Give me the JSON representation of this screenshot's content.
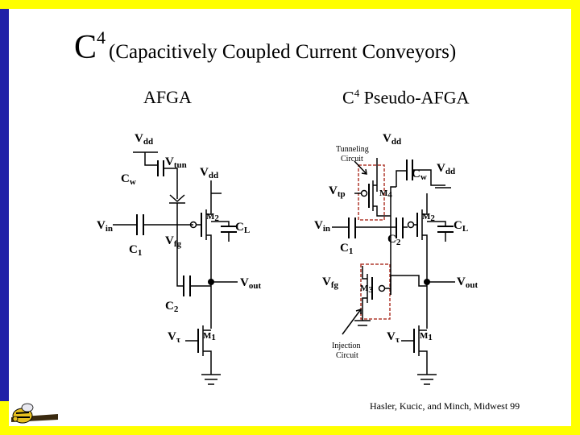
{
  "title": {
    "c": "C",
    "sup": "4",
    "rest": "(Capacitively Coupled Current Conveyors)"
  },
  "left": {
    "heading": "AFGA",
    "labels": {
      "vdd_top": {
        "main": "V",
        "sub": "dd"
      },
      "vtun": {
        "main": "V",
        "sub": "tun"
      },
      "vdd_right": {
        "main": "V",
        "sub": "dd"
      },
      "cw": {
        "main": "C",
        "sub": "w"
      },
      "vin": {
        "main": "V",
        "sub": "in"
      },
      "c1": {
        "main": "C",
        "sub": "1"
      },
      "vfg": {
        "main": "V",
        "sub": "fg"
      },
      "m2": {
        "main": "M",
        "sub": "2"
      },
      "cl": {
        "main": "C",
        "sub": "L"
      },
      "vout": {
        "main": "V",
        "sub": "out"
      },
      "c2": {
        "main": "C",
        "sub": "2"
      },
      "vtau": {
        "main": "V",
        "sub": "τ"
      },
      "m1": {
        "main": "M",
        "sub": "1"
      }
    }
  },
  "right": {
    "heading_c": "C",
    "heading_sup": "4",
    "heading_rest": " Pseudo-AFGA",
    "tunneling_line1": "Tunneling",
    "tunneling_line2": "Circuit",
    "injection_line1": "Injection",
    "injection_line2": "Circuit",
    "labels": {
      "vdd_top": {
        "main": "V",
        "sub": "dd"
      },
      "vdd_right": {
        "main": "V",
        "sub": "dd"
      },
      "cw": {
        "main": "C",
        "sub": "w"
      },
      "vtp": {
        "main": "V",
        "sub": "tp"
      },
      "m4": {
        "main": "M",
        "sub": "4"
      },
      "vin": {
        "main": "V",
        "sub": "in"
      },
      "c1": {
        "main": "C",
        "sub": "1"
      },
      "c2": {
        "main": "C",
        "sub": "2"
      },
      "m2": {
        "main": "M",
        "sub": "2"
      },
      "cl": {
        "main": "C",
        "sub": "L"
      },
      "vfg": {
        "main": "V",
        "sub": "fg"
      },
      "m3": {
        "main": "M",
        "sub": "3"
      },
      "vout": {
        "main": "V",
        "sub": "out"
      },
      "vtau": {
        "main": "V",
        "sub": "τ"
      },
      "m1": {
        "main": "M",
        "sub": "1"
      }
    }
  },
  "credit": "Hasler, Kucic, and Minch, Midwest 99",
  "colors": {
    "frame_left": "#2121a8",
    "frame_yellow": "#ffff00",
    "highlight_box": "#b03a2e"
  },
  "logo_icon": "yellow-jacket-logo-icon"
}
